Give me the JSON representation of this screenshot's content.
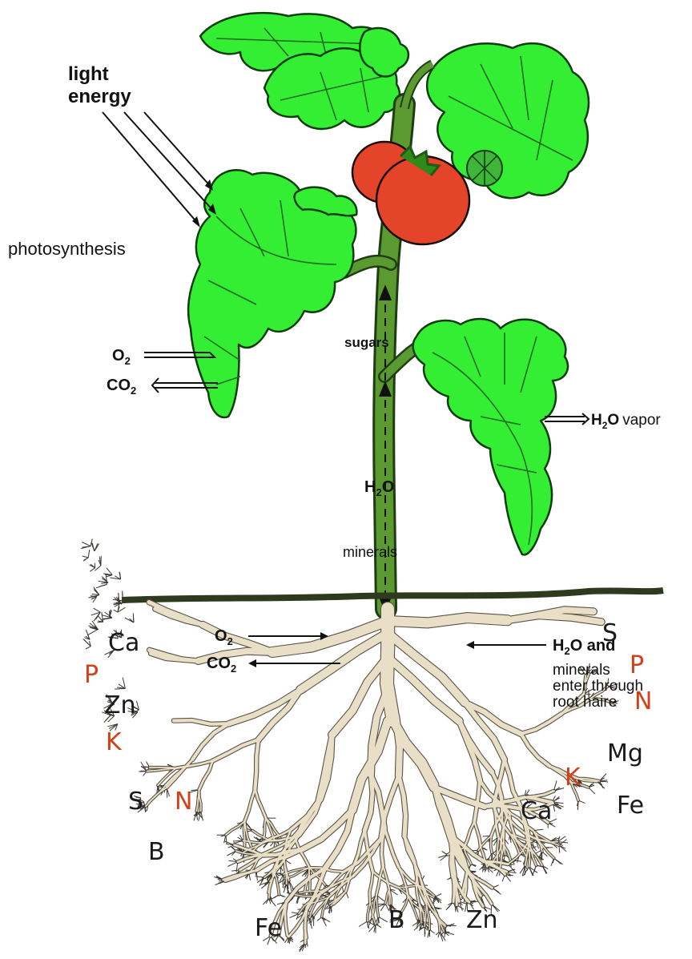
{
  "labels": {
    "light_energy_line1": "light",
    "light_energy_line2": "energy",
    "photosynthesis": "photosynthesis",
    "leaf_o2": "O",
    "leaf_co2": "CO",
    "sugars": "sugars",
    "stem_h2o": "H",
    "stem_h2o_tail": "O",
    "minerals": "minerals",
    "vapor_h": "H",
    "vapor_o": "O",
    "vapor_word": "vapor",
    "root_o2": "O",
    "root_co2": "CO",
    "subscript_2": "2",
    "root_h2o": "H",
    "root_h2o_tail": "O and",
    "root_line2": "minerals",
    "root_line3": "enter through",
    "root_line4": "root haire"
  },
  "soil_elements_left": [
    "Ca",
    "P",
    "Zn",
    "K",
    "S",
    "N",
    "B",
    "Fe"
  ],
  "soil_elements_bottom": [
    "B",
    "Zn"
  ],
  "soil_elements_right": [
    "S",
    "P",
    "N",
    "Mg",
    "K",
    "Ca",
    "Fe"
  ],
  "colors": {
    "leaf": "#33ee33",
    "leaf_outline": "#0d3d0d",
    "stem": "#4f8a2a",
    "tomato": "#e4442a",
    "root": "#e9dfc7",
    "soil_line": "#2d3a1e",
    "nutrient_red": "#d2401a"
  }
}
